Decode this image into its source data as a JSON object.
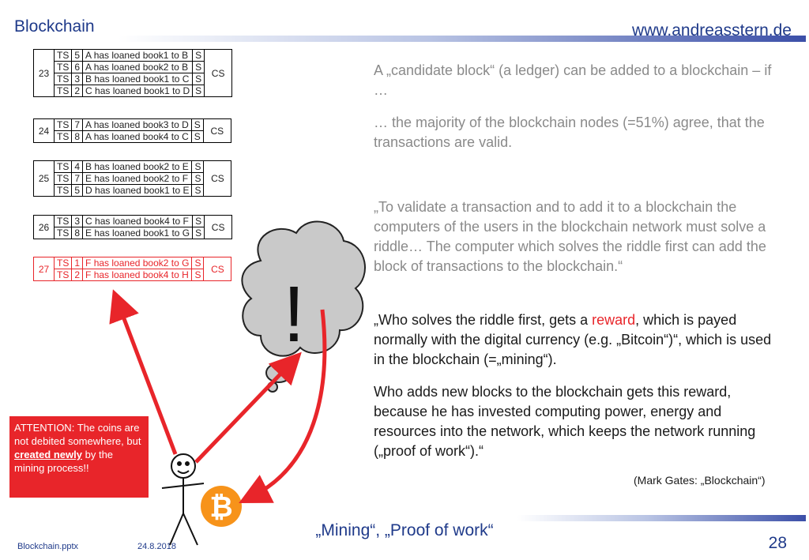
{
  "header": {
    "title": "Blockchain",
    "url": "www.andreasstern.de"
  },
  "blocks": [
    {
      "num": "23",
      "cs": "CS",
      "rows": [
        {
          "ts": "TS",
          "id": "5",
          "text": "A has loaned book1 to B",
          "s": "S"
        },
        {
          "ts": "TS",
          "id": "6",
          "text": "A has loaned book2 to B",
          "s": "S"
        },
        {
          "ts": "TS",
          "id": "3",
          "text": "B has loaned book1 to C",
          "s": "S"
        },
        {
          "ts": "TS",
          "id": "2",
          "text": "C has loaned book1 to D",
          "s": "S"
        }
      ]
    },
    {
      "num": "24",
      "cs": "CS",
      "rows": [
        {
          "ts": "TS",
          "id": "7",
          "text": "A has loaned book3 to D",
          "s": "S"
        },
        {
          "ts": "TS",
          "id": "8",
          "text": "A has loaned book4 to C",
          "s": "S"
        }
      ]
    },
    {
      "num": "25",
      "cs": "CS",
      "rows": [
        {
          "ts": "TS",
          "id": "4",
          "text": "B has loaned book2 to E",
          "s": "S"
        },
        {
          "ts": "TS",
          "id": "7",
          "text": "E has loaned book2 to F",
          "s": "S"
        },
        {
          "ts": "TS",
          "id": "5",
          "text": "D has loaned book1 to E",
          "s": "S"
        }
      ]
    },
    {
      "num": "26",
      "cs": "CS",
      "rows": [
        {
          "ts": "TS",
          "id": "3",
          "text": "C has loaned book4 to F",
          "s": "S"
        },
        {
          "ts": "TS",
          "id": "8",
          "text": "E has loaned book1 to G",
          "s": "S"
        }
      ]
    },
    {
      "num": "27",
      "cs": "CS",
      "rows": [
        {
          "ts": "TS",
          "id": "1",
          "text": "F has loaned book2 to G",
          "s": "S"
        },
        {
          "ts": "TS",
          "id": "2",
          "text": "F has loaned book4 to H",
          "s": "S"
        }
      ]
    }
  ],
  "text": {
    "p1": "A „candidate block“ (a ledger) can be added to a blockchain – if …",
    "p2": "… the majority of the blockchain nodes (=51%) agree, that the transactions are valid.",
    "p3": "„To validate a transaction and to add it to a blockchain the computers of the users in the blockchain network must solve a riddle… The computer which solves the riddle first can add the block of transactions to the blockchain.“",
    "p4_a": "„Who solves the riddle first, gets a ",
    "p4_reward": "reward",
    "p4_b": ", which is payed normally with the digital currency (e.g. „Bitcoin“)“, which is used in the blockchain (=„mining“).",
    "p5": "Who adds new blocks to the blockchain gets this reward, because he has invested computing power, energy and resources into the network, which keeps the network running („proof of work“).“",
    "source": "(Mark Gates: „Blockchain“)"
  },
  "attention": {
    "a": "ATTENTION: The coins are not debited somewhere, but ",
    "u": "created newly",
    "b": " by the mining process!!"
  },
  "thought": {
    "symbol": "!"
  },
  "coin": {
    "symbol": "₿"
  },
  "colors": {
    "accent": "#1f3a8a",
    "alert": "#e8252a",
    "coin": "#f7931a"
  },
  "footer": {
    "title": "„Mining“, „Proof of work“",
    "page": "28",
    "file": "Blockchain.pptx",
    "date": "24.8.2018"
  }
}
